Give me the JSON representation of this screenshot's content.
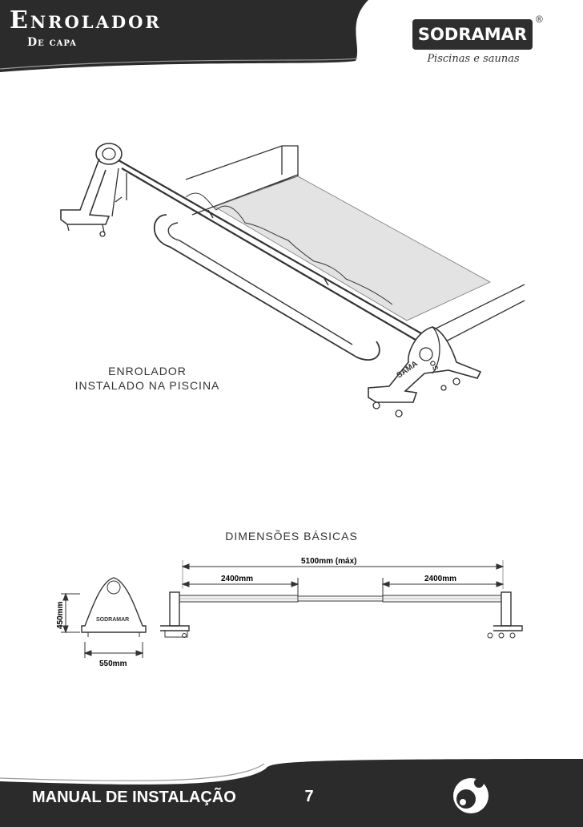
{
  "header": {
    "title": "Enrolador",
    "subtitle": "De capa"
  },
  "logo": {
    "brand": "SODRAMAR",
    "registered": "®",
    "tagline": "Piscinas e saunas"
  },
  "figure1": {
    "caption_line1": "ENROLADOR",
    "caption_line2": "INSTALADO NA PISCINA",
    "stand_label_left": "SAMA",
    "stand_label_right": "OS"
  },
  "figure2": {
    "title": "DIMENSÕES BÁSICAS",
    "total_width": "5100mm (máx)",
    "left_segment": "2400mm",
    "right_segment": "2400mm",
    "height": "450mm",
    "base_width": "550mm",
    "stand_logo": "SODRAMAR"
  },
  "footer": {
    "manual_title": "MANUAL DE INSTALAÇÃO",
    "page_number": "7"
  },
  "colors": {
    "dark_band": "#2b2b2b",
    "white": "#ffffff",
    "cover_gray": "#e3e3e3"
  }
}
